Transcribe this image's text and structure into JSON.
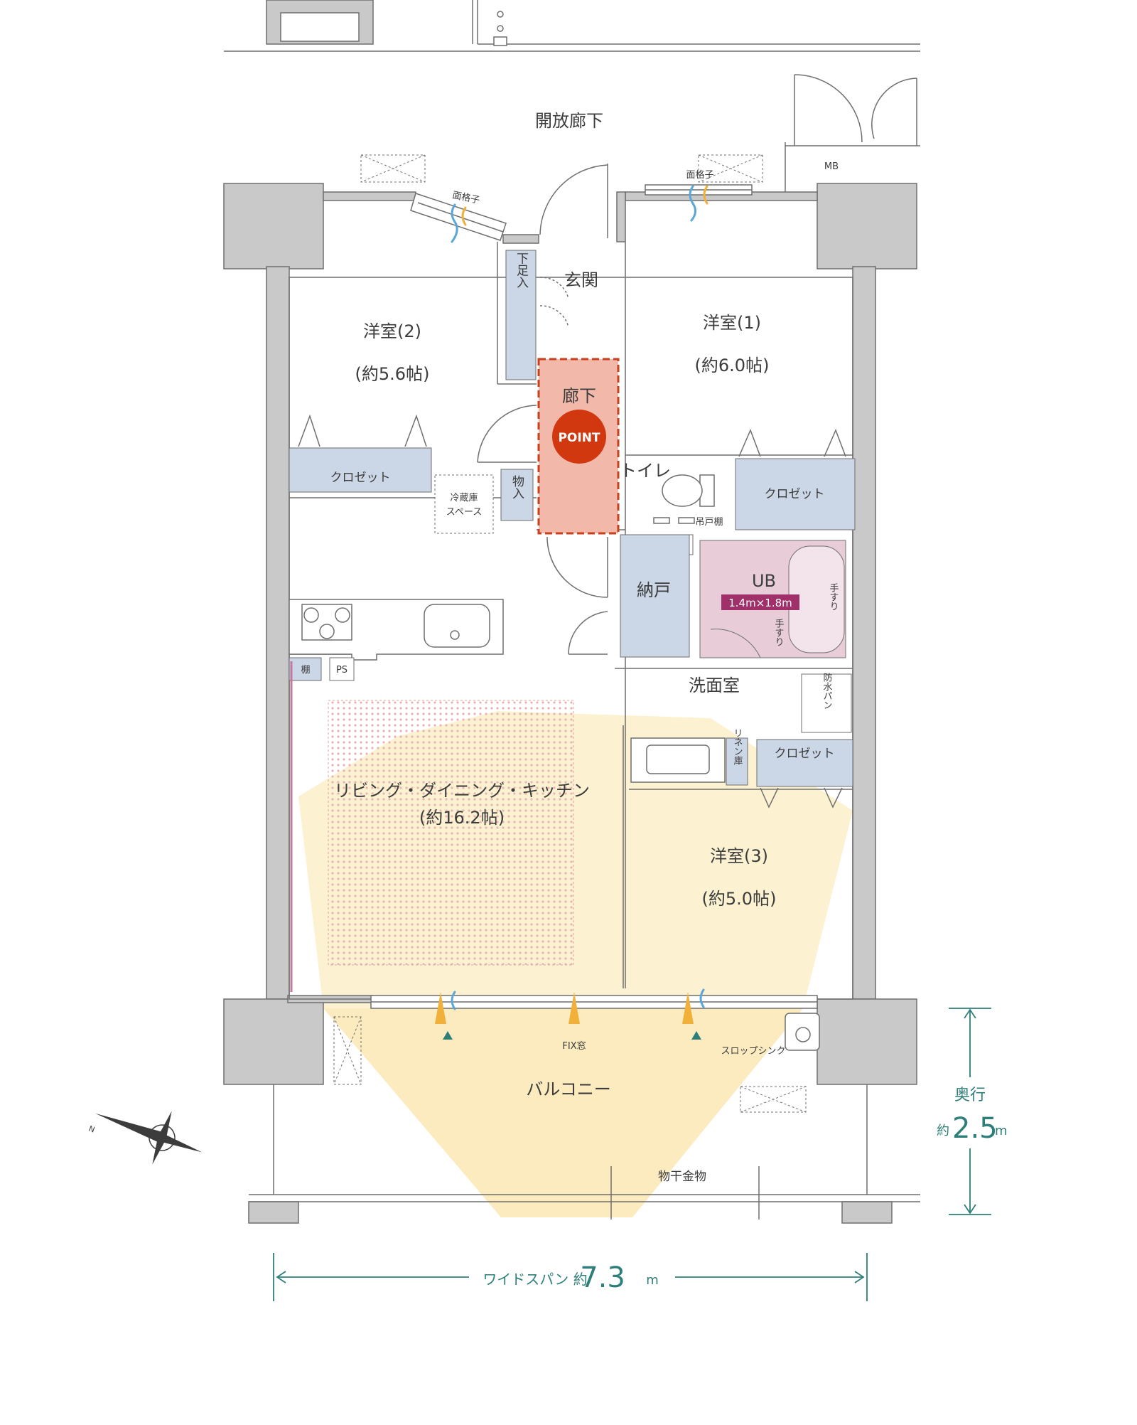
{
  "corridor_label": "開放廊下",
  "mb_label": "MB",
  "lattice_left": "面格子",
  "lattice_right": "面格子",
  "entrance": "玄関",
  "shoe_storage": "下足入",
  "hallway": "廊下",
  "point_badge": "POINT",
  "room1": {
    "name": "洋室(1)",
    "size": "(約6.0帖)"
  },
  "room2": {
    "name": "洋室(2)",
    "size": "(約5.6帖)"
  },
  "room3": {
    "name": "洋室(3)",
    "size": "(約5.0帖)"
  },
  "ldk": {
    "name": "リビング・ダイニング・キッチン",
    "size": "(約16.2帖)"
  },
  "closet_room2": "クロゼット",
  "closet_room1": "クロゼット",
  "closet_room3": "クロゼット",
  "storage_mono": "物入",
  "fridge": {
    "line1": "冷蔵庫",
    "line2": "スペース"
  },
  "toilet": "トイレ",
  "hanging_shelf": "吊戸棚",
  "ps_upper": "PS",
  "ps_kitchen": "PS",
  "shelf": "棚",
  "nando": "納戸",
  "ub": {
    "name": "UB",
    "size": "1.4m×1.8m",
    "handrail_a": "手すり",
    "handrail_b": "手すり"
  },
  "washroom": "洗面室",
  "waterproof_pan": "防水パン",
  "linen": "リネン庫",
  "fix_window": "FIX窓",
  "slop_sink": "スロップシンク",
  "balcony": "バルコニー",
  "clothes_hardware": "物干金物",
  "depth": {
    "label": "奥行",
    "prefix": "約",
    "value": "2.5",
    "unit": "m"
  },
  "span": {
    "label": "ワイドスパン 約",
    "value": "7.3",
    "unit": "m"
  },
  "compass_mark": "N",
  "colors": {
    "wall": "#c9c9c9",
    "wall_line": "#6f6f6f",
    "storage_blue": "#cbd6e6",
    "hallway_fill": "#f2b9aa",
    "hallway_border": "#c8401e",
    "point_red": "#d2380f",
    "bath_pink": "#e8cdd9",
    "bath_label_bg": "#a0306a",
    "light_yellow": "#fbecc0",
    "ldk_dots": "#e7b3b3",
    "dimension_teal": "#2e7f7a"
  }
}
